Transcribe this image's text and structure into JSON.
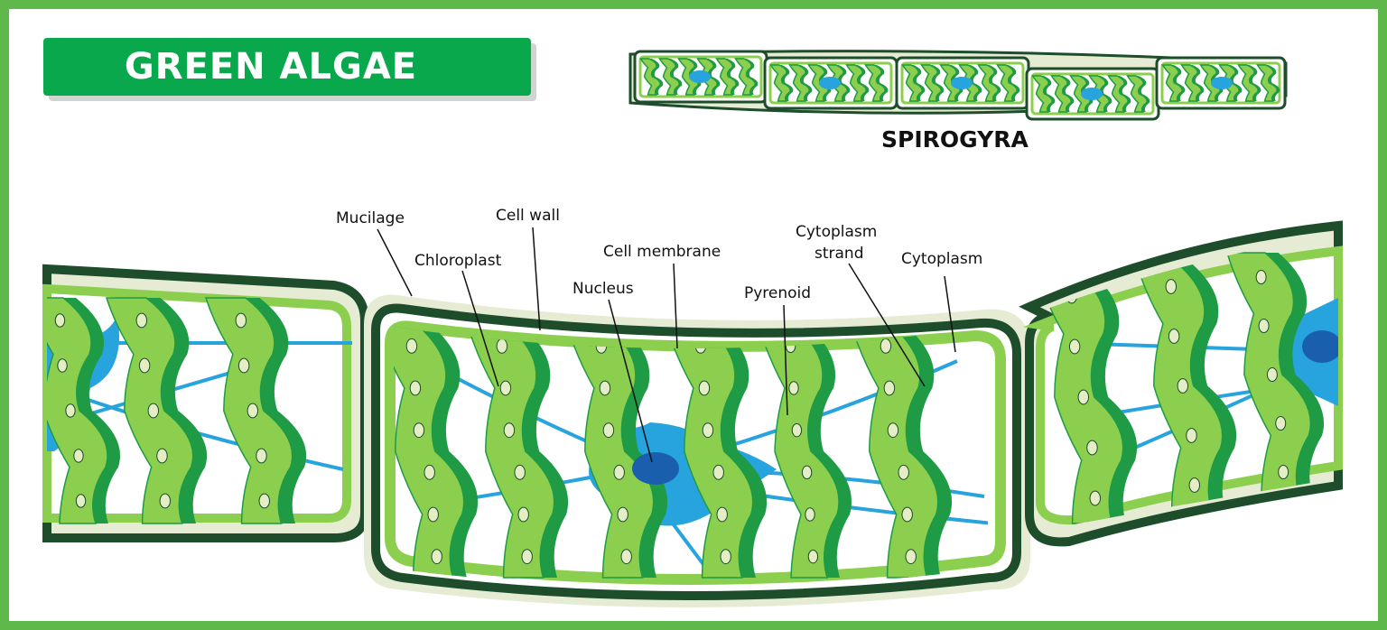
{
  "title": "GREEN ALGAE",
  "subtitle": "SPIROGYRA",
  "labels": {
    "mucilage": "Mucilage",
    "cell_wall": "Cell wall",
    "chloroplast": "Chloroplast",
    "cell_membrane": "Cell membrane",
    "nucleus": "Nucleus",
    "pyrenoid": "Pyrenoid",
    "cytoplasm_strand_line1": "Cytoplasm",
    "cytoplasm_strand_line2": "strand",
    "cytoplasm": "Cytoplasm"
  },
  "colors": {
    "frame": "#5fb84a",
    "banner": "#0aa84d",
    "cell_wall": "#1d4d2b",
    "mucilage": "#e6ebd3",
    "chloroplast_light": "#8ccf4e",
    "chloroplast_dark": "#1f9a45",
    "cytoplasm_blue": "#27a3dd",
    "nucleus": "#1a5fad",
    "pyrenoid": "#e4edc5"
  }
}
